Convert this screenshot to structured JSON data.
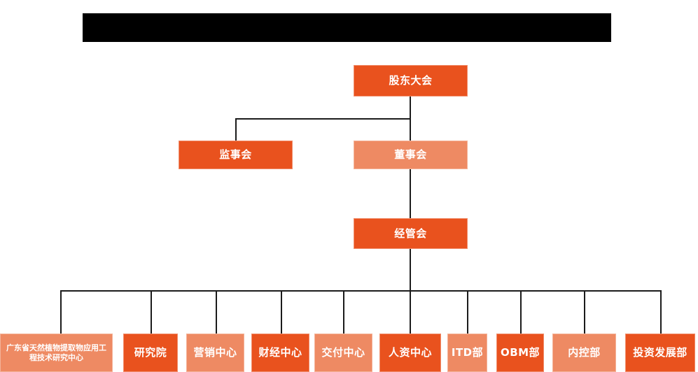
{
  "chart_meta": {
    "type": "org-chart",
    "title_redacted": true,
    "background_color": "#ffffff",
    "color_dark": "#E9521E",
    "color_light": "#EE8A63",
    "connector_color": "#1b1b1b"
  },
  "banner": {
    "label": "redacted-title-bar"
  },
  "levels": {
    "level1": [
      {
        "id": "shareholders",
        "label": "股东大会",
        "tone": "dark"
      }
    ],
    "level2": [
      {
        "id": "supervisors",
        "label": "监事会",
        "tone": "dark"
      },
      {
        "id": "directors",
        "label": "董事会",
        "tone": "light"
      }
    ],
    "level3": [
      {
        "id": "management",
        "label": "经管会",
        "tone": "dark"
      }
    ],
    "departments": [
      {
        "id": "eng-center",
        "label": "广东省天然植物提取物应用工程技术研究中心",
        "tone": "light"
      },
      {
        "id": "research-institute",
        "label": "研究院",
        "tone": "dark"
      },
      {
        "id": "marketing-center",
        "label": "营销中心",
        "tone": "light"
      },
      {
        "id": "finance-center",
        "label": "财经中心",
        "tone": "dark"
      },
      {
        "id": "delivery-center",
        "label": "交付中心",
        "tone": "light"
      },
      {
        "id": "hr-center",
        "label": "人资中心",
        "tone": "dark"
      },
      {
        "id": "itd-dept",
        "label": "ITD部",
        "tone": "light"
      },
      {
        "id": "obm-dept",
        "label": "OBM部",
        "tone": "dark"
      },
      {
        "id": "internal-control-dept",
        "label": "内控部",
        "tone": "light"
      },
      {
        "id": "investment-dev-dept",
        "label": "投资发展部",
        "tone": "dark"
      }
    ]
  }
}
